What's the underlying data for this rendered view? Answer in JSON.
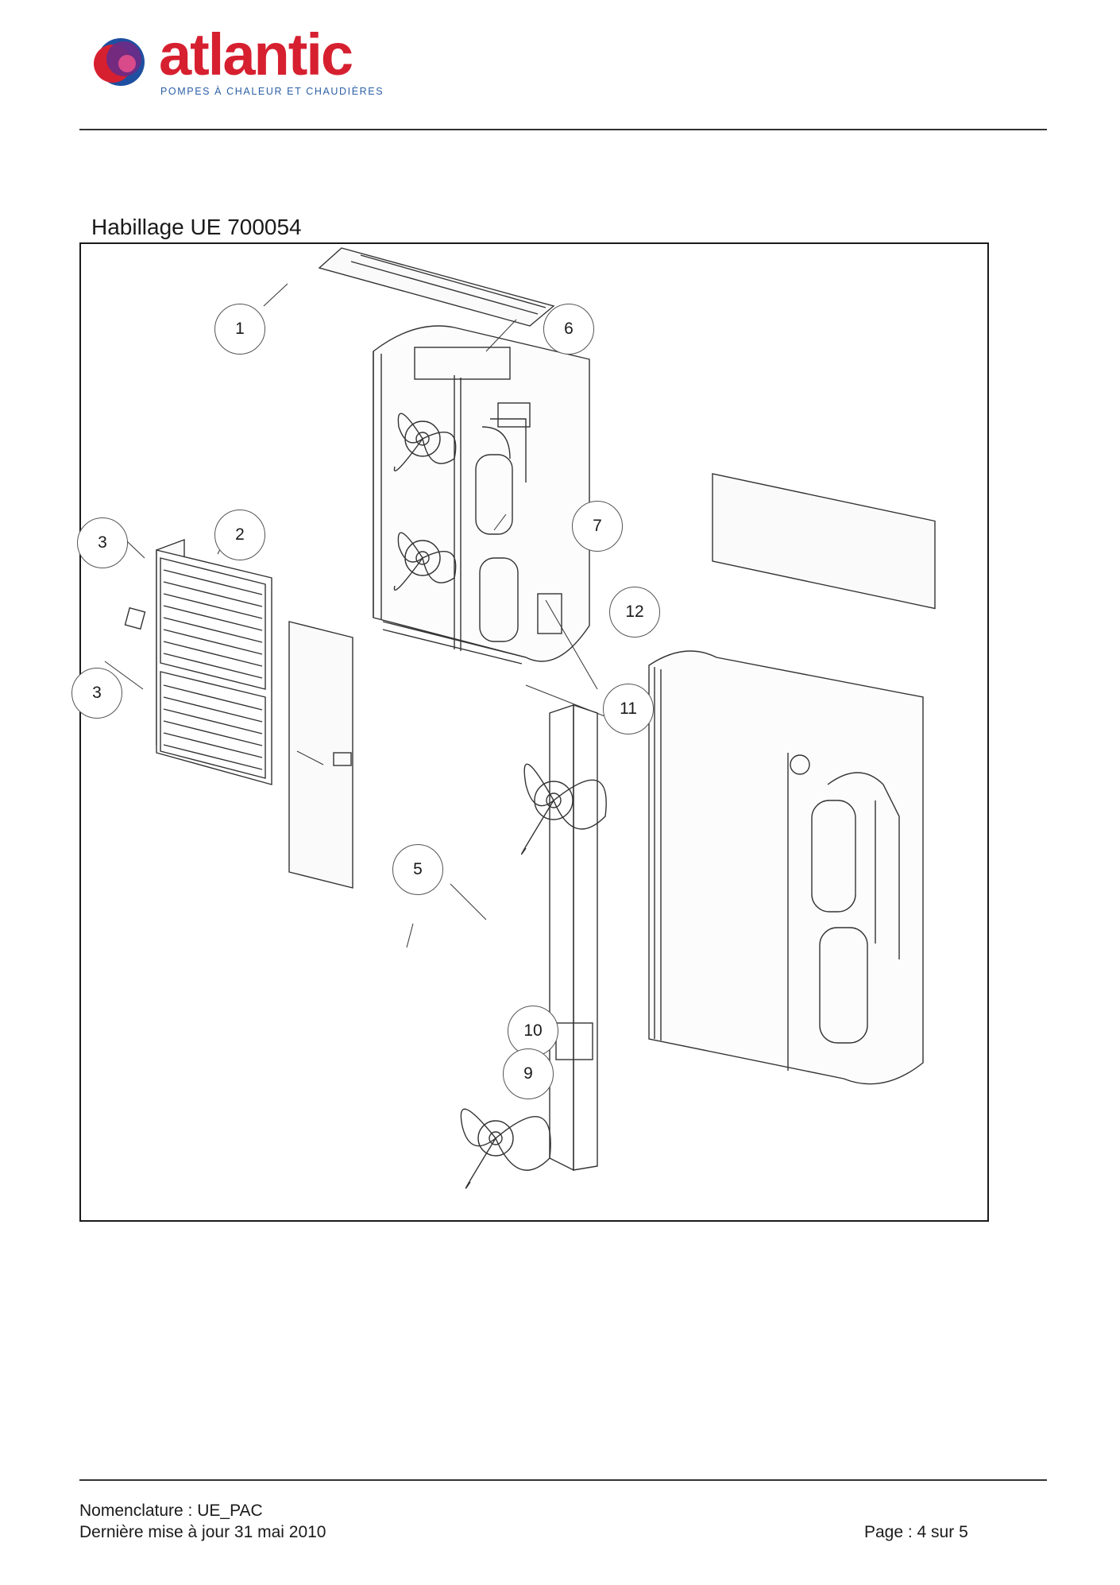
{
  "header": {
    "logo_text": "atlantic",
    "logo_tagline": "POMPES À CHALEUR ET CHAUDIÈRES",
    "colors": {
      "brand_red": "#d62030",
      "brand_purple": "#6a2b87",
      "brand_blue": "#1f4fa0",
      "tagline_blue": "#2c5fa6"
    }
  },
  "title": "Habillage UE 700054",
  "callouts": [
    "1",
    "6",
    "3",
    "2",
    "7",
    "12",
    "3",
    "11",
    "5",
    "10",
    "9"
  ],
  "footer": {
    "nomenclature": "Nomenclature : UE_PAC",
    "date": "Dernière mise à jour 31 mai 2010",
    "page": "Page : 4 sur 5"
  }
}
